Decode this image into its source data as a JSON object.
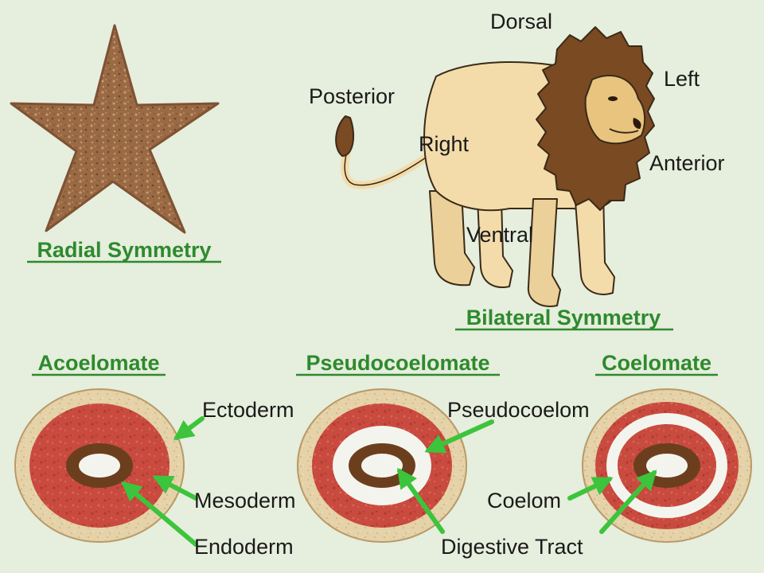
{
  "titles": {
    "radial": "Radial Symmetry",
    "bilateral": "Bilateral Symmetry",
    "acoelomate": "Acoelomate",
    "pseudocoelomate": "Pseudocoelomate",
    "coelomate": "Coelomate"
  },
  "directions": {
    "dorsal": "Dorsal",
    "left": "Left",
    "posterior": "Posterior",
    "right": "Right",
    "anterior": "Anterior",
    "ventral": "Ventral"
  },
  "layers": {
    "ectoderm": "Ectoderm",
    "mesoderm": "Mesoderm",
    "endoderm": "Endoderm",
    "pseudocoelom": "Pseudocoelom",
    "coelom": "Coelom",
    "digestive_tract": "Digestive Tract"
  },
  "colors": {
    "background": "#e6eedd",
    "title_green": "#2e8a2e",
    "arrow_green": "#3cc43c",
    "star_brown": "#9a6a45",
    "mane_brown": "#7a4a22",
    "lion_body": "#f3dcaa",
    "ectoderm_tan": "#e5d2a8",
    "mesoderm_red": "#c94a3e",
    "endoderm_brown": "#6b3f1e",
    "cavity_white": "#f4f4ee"
  }
}
